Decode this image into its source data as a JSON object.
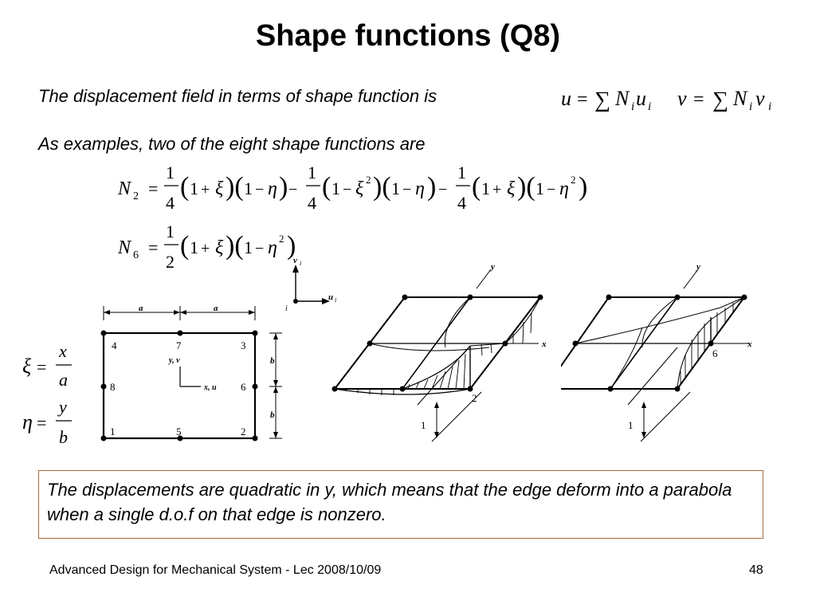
{
  "slide": {
    "title": "Shape functions (Q8)",
    "line1": "The displacement field in terms of shape function is",
    "line2": "As examples, two of the eight shape functions are",
    "note": "The displacements are quadratic in y, which means that the edge deform into a parabola when a single d.o.f on that edge is nonzero.",
    "footer": "Advanced Design for Mechanical System - Lec 2008/10/09",
    "page_number": "48"
  },
  "equations": {
    "u": "u",
    "v": "v",
    "equals": "=",
    "sum": "∑",
    "N": "N",
    "sub_i": "i",
    "N2": "2",
    "N6": "6",
    "one": "1",
    "four": "4",
    "two": "2",
    "xi": "ξ",
    "eta": "η",
    "x": "x",
    "y": "y",
    "a": "a",
    "b": "b"
  },
  "figure": {
    "dof_v": "v",
    "dof_u": "u",
    "dof_i": "i",
    "dim_a": "a",
    "dim_b": "b",
    "node_1": "1",
    "node_2": "2",
    "node_3": "3",
    "node_4": "4",
    "node_5": "5",
    "node_6": "6",
    "node_7": "7",
    "node_8": "8",
    "origin_yv": "y, v",
    "origin_xu": "x, u",
    "axis_x": "x",
    "axis_y": "y",
    "unit_1": "1"
  }
}
